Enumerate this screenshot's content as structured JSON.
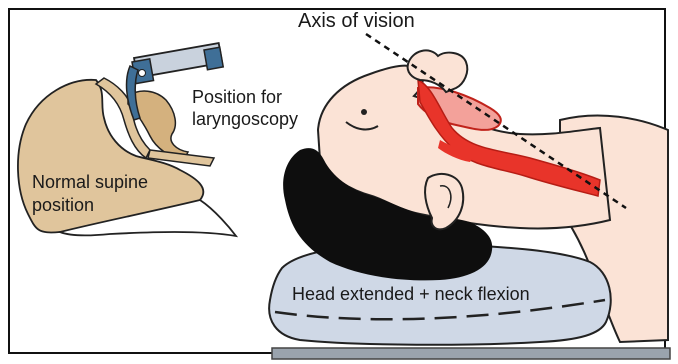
{
  "labels": {
    "axis_of_vision": "Axis of vision",
    "position_for_laryngoscopy": [
      "Position for",
      "laryngoscopy"
    ],
    "normal_supine_position": [
      "Normal supine",
      "position"
    ],
    "head_extended": "Head extended + neck flexion"
  },
  "colors": {
    "skin": "#fbe3d6",
    "hair": "#0e0e0e",
    "airway_red": "#e8342a",
    "airway_pink": "#f3a19a",
    "bone": "#e0c59c",
    "pillow": "#cfd8e6",
    "table": "#9aa3ad",
    "blade": "#3f6f97",
    "handle": "#c9d2dd"
  }
}
